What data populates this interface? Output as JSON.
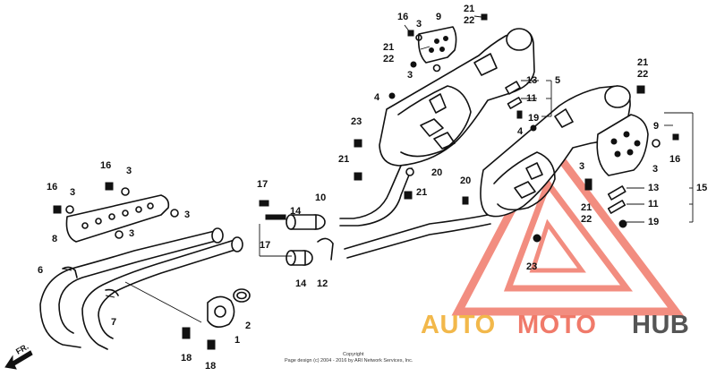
{
  "diagram": {
    "labels": {
      "l16a": "16",
      "l9a": "9",
      "l21a": "21",
      "l22a": "22",
      "l3a": "3",
      "l21b": "21",
      "l22b": "22",
      "l3b": "3",
      "l4a": "4",
      "l23a": "23",
      "l13a": "13",
      "l11a": "11",
      "l19a": "19",
      "l4b": "4",
      "l5": "5",
      "l21c": "21",
      "l22c": "22",
      "l9b": "9",
      "l16b": "16",
      "l3c": "3",
      "l16c": "16",
      "l3d": "3",
      "l16d": "16",
      "l3e": "3",
      "l3f": "3",
      "l8": "8",
      "l3g": "3",
      "l17a": "17",
      "l17b": "17",
      "l14a": "14",
      "l10": "10",
      "l21d": "21",
      "l20a": "20",
      "l21e": "21",
      "l20b": "20",
      "l6": "6",
      "l7": "7",
      "l14b": "14",
      "l12": "12",
      "l2": "2",
      "l1": "1",
      "l18a": "18",
      "l18b": "18",
      "l3h": "3",
      "l21f": "21",
      "l22f": "22",
      "l23b": "23",
      "l13b": "13",
      "l11b": "11",
      "l19b": "19",
      "l15": "15"
    },
    "copyright_line1": "Copyright",
    "copyright_line2": "Page design (c) 2004 - 2016 by ARI Network Services, Inc.",
    "fr_label": "FR."
  },
  "watermark": {
    "auto": "AUTO",
    "moto": "MOTO",
    "hub": "HUB",
    "triangle_color": "#f07a6a",
    "auto_color": "#f2b84b",
    "hub_color": "#555555"
  }
}
